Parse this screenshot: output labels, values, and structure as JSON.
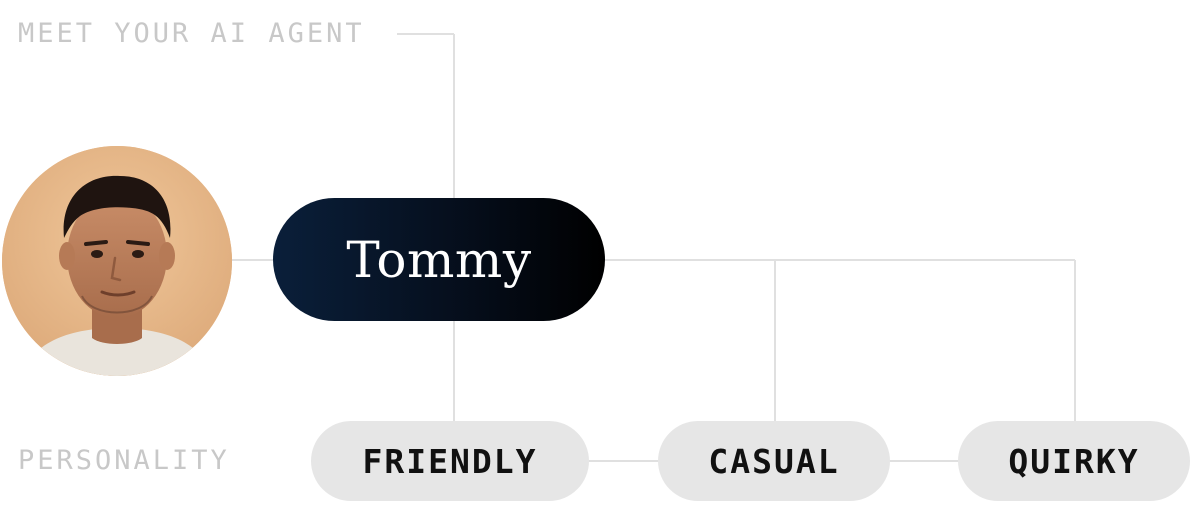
{
  "header": {
    "title": "MEET YOUR AI AGENT"
  },
  "agent": {
    "name": "Tommy",
    "avatar_icon": "person-portrait"
  },
  "personality": {
    "label": "PERSONALITY",
    "traits": [
      {
        "label": "FRIENDLY"
      },
      {
        "label": "CASUAL"
      },
      {
        "label": "QUIRKY"
      }
    ]
  },
  "colors": {
    "pill_dark": "#0a1f3a",
    "pill_black": "#000000",
    "trait_bg": "#e6e6e6",
    "caption": "#c8c8c8",
    "connector": "#e0e0e0",
    "avatar_bg": "#e6b98a"
  }
}
